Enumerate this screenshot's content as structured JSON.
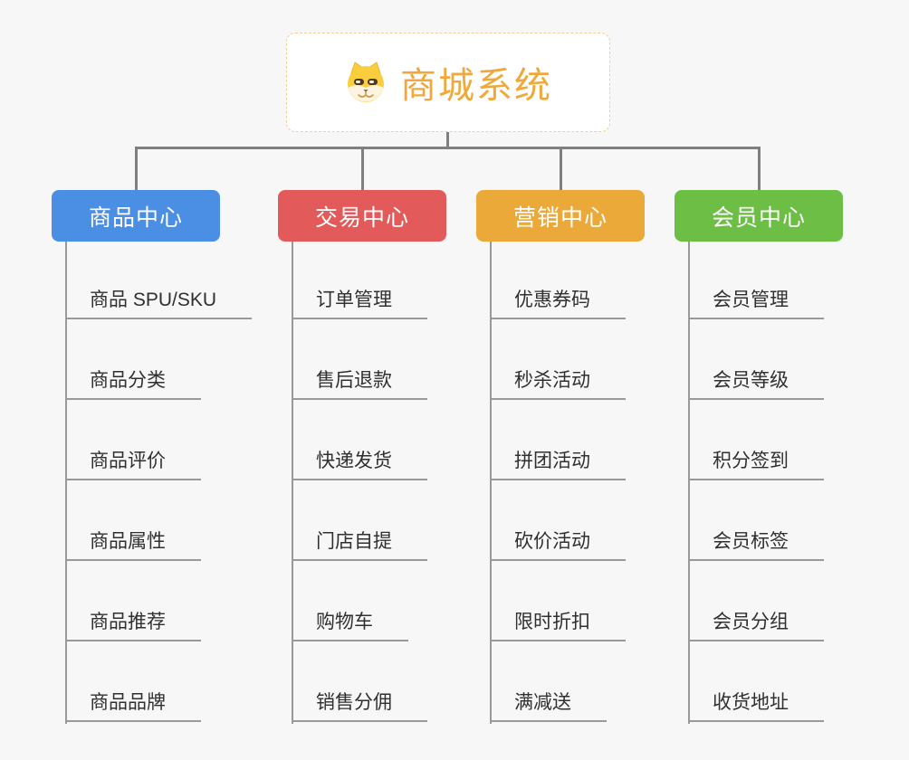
{
  "root": {
    "title": "商城系统",
    "icon": "dog-face-icon",
    "title_color": "#F0A83B",
    "border_color": "#F4CD92"
  },
  "branches": [
    {
      "label": "商品中心",
      "color": "#4B8FE4",
      "children": [
        "商品 SPU/SKU",
        "商品分类",
        "商品评价",
        "商品属性",
        "商品推荐",
        "商品品牌"
      ]
    },
    {
      "label": "交易中心",
      "color": "#E25A5A",
      "children": [
        "订单管理",
        "售后退款",
        "快递发货",
        "门店自提",
        "购物车",
        "销售分佣"
      ]
    },
    {
      "label": "营销中心",
      "color": "#EAA938",
      "children": [
        "优惠券码",
        "秒杀活动",
        "拼团活动",
        "砍价活动",
        "限时折扣",
        "满减送"
      ]
    },
    {
      "label": "会员中心",
      "color": "#6CBE44",
      "children": [
        "会员管理",
        "会员等级",
        "积分签到",
        "会员标签",
        "会员分组",
        "收货地址"
      ]
    }
  ],
  "connector_color": "#7F7F7F",
  "underline_color": "#999999"
}
